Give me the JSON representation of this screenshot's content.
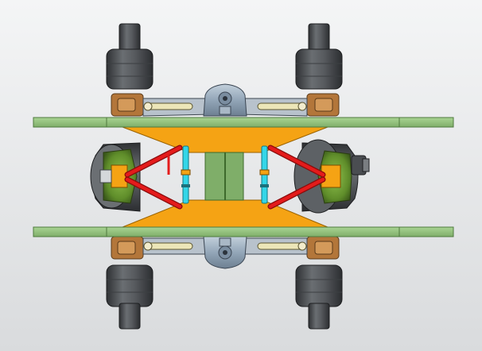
{
  "viewport": {
    "background_top": "#f4f5f6",
    "background_bottom": "#d9dbdd"
  },
  "colors": {
    "plate_green": "#8ebf77",
    "plate_edge": "#4f7a3e",
    "crossmember_orange": "#f5a314",
    "wishbone_red": "#e41b1b",
    "shock_cyan": "#34d6e8",
    "hub_green": "#5f8d2a",
    "diff_blue": "#93a6b8",
    "tire_gray": "#55585c",
    "link_cream": "#ece6b8",
    "bracket_bronze": "#b3763a"
  },
  "parts": {
    "green_plate": "chassis-plate",
    "orange_crossmember": "crossmember-plate",
    "red_wishbone": "a-arm",
    "cyan_shock": "shock-absorber",
    "green_hub": "wheel-hub",
    "blue_housing": "differential-housing",
    "gray_wheel": "wheel"
  }
}
